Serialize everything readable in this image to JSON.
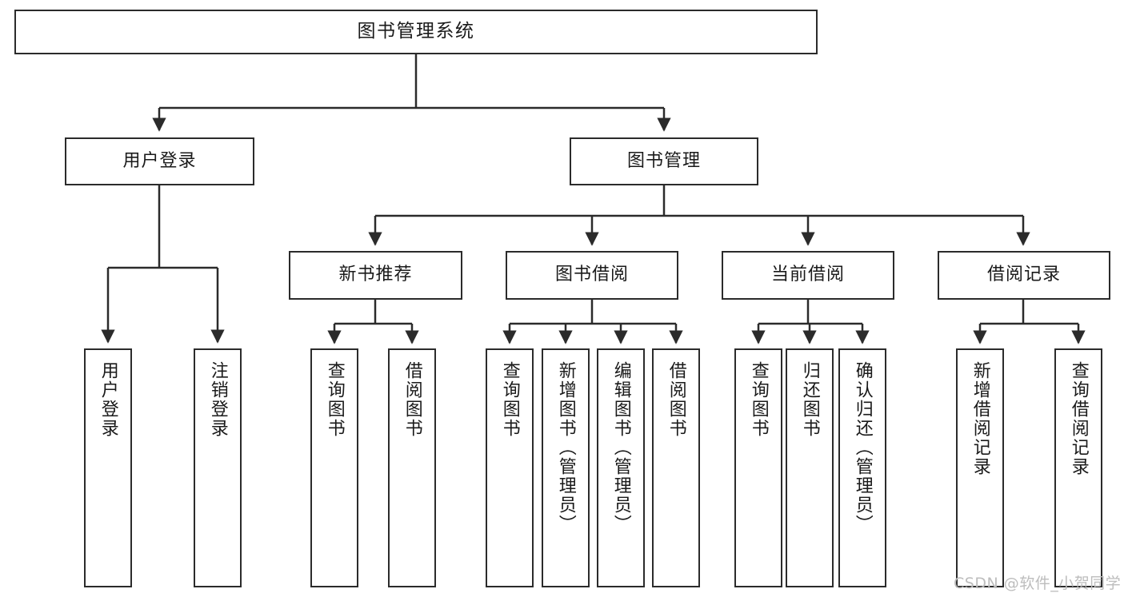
{
  "diagram": {
    "title": "图书管理系统",
    "type": "tree-hierarchy",
    "watermark": "CSDN @软件_小贺同学",
    "colors": {
      "stroke": "#2b2b2b",
      "fill": "#ffffff",
      "text": "#1a1a1a",
      "watermark": "#bdbdbd"
    },
    "root": {
      "label": "图书管理系统"
    },
    "level1": [
      {
        "id": "user-login",
        "label": "用户登录"
      },
      {
        "id": "book-manage",
        "label": "图书管理"
      }
    ],
    "level2": [
      {
        "id": "new-book-rec",
        "label": "新书推荐"
      },
      {
        "id": "book-borrow",
        "label": "图书借阅"
      },
      {
        "id": "current-borrow",
        "label": "当前借阅"
      },
      {
        "id": "borrow-record",
        "label": "借阅记录"
      }
    ],
    "leaves": {
      "user_login": [
        {
          "id": "leaf-user-login",
          "label": "用户登录"
        },
        {
          "id": "leaf-logout",
          "label": "注销登录"
        }
      ],
      "new_book_rec": [
        {
          "id": "leaf-query-book-1",
          "label": "查询图书"
        },
        {
          "id": "leaf-borrow-book-1",
          "label": "借阅图书"
        }
      ],
      "book_borrow": [
        {
          "id": "leaf-query-book-2",
          "label": "查询图书"
        },
        {
          "id": "leaf-add-book",
          "label": "新增图书（管理员）"
        },
        {
          "id": "leaf-edit-book",
          "label": "编辑图书（管理员）"
        },
        {
          "id": "leaf-borrow-book-2",
          "label": "借阅图书"
        }
      ],
      "current_borrow": [
        {
          "id": "leaf-query-book-3",
          "label": "查询图书"
        },
        {
          "id": "leaf-return-book",
          "label": "归还图书"
        },
        {
          "id": "leaf-confirm-return",
          "label": "确认归还（管理员）"
        }
      ],
      "borrow_record": [
        {
          "id": "leaf-add-record",
          "label": "新增借阅记录"
        },
        {
          "id": "leaf-query-record",
          "label": "查询借阅记录"
        }
      ]
    }
  }
}
